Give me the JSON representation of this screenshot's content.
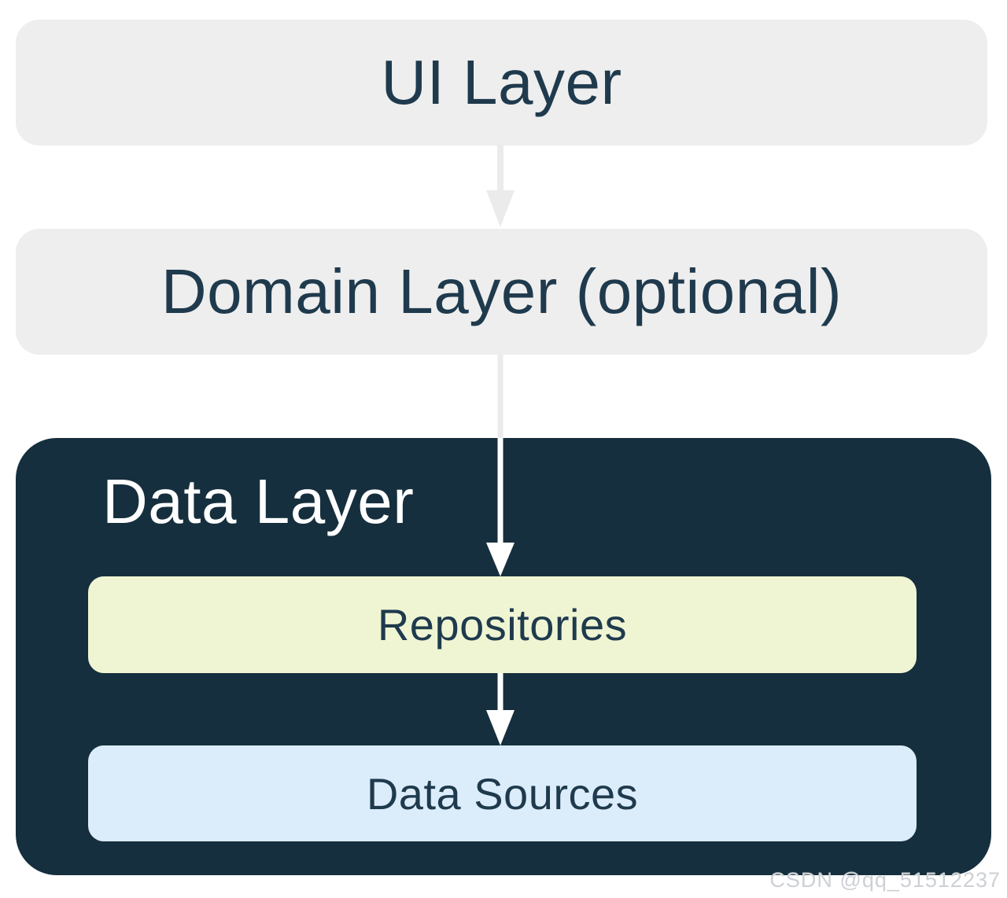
{
  "diagram": {
    "type": "layered-architecture",
    "nodes": {
      "ui_layer": {
        "label": "UI Layer"
      },
      "domain_layer": {
        "label": "Domain Layer (optional)"
      },
      "data_layer": {
        "label": "Data Layer"
      },
      "repositories": {
        "label": "Repositories"
      },
      "data_sources": {
        "label": "Data Sources"
      }
    },
    "edges": [
      {
        "from": "ui_layer",
        "to": "domain_layer",
        "style": "gray-arrow"
      },
      {
        "from": "domain_layer",
        "to": "repositories",
        "style": "gray-then-white-arrow"
      },
      {
        "from": "repositories",
        "to": "data_sources",
        "style": "white-arrow"
      }
    ],
    "colors": {
      "box_gray": "#EEEEEE",
      "navy": "#162F3E",
      "cream": "#EFF5D3",
      "light_blue": "#DBECFB",
      "text_navy": "#1F3A4D",
      "arrow_gray": "#EBEBEB",
      "white": "#FFFFFF",
      "watermark": "#CDD0D4"
    },
    "watermark": "CSDN @qq_51512237"
  }
}
